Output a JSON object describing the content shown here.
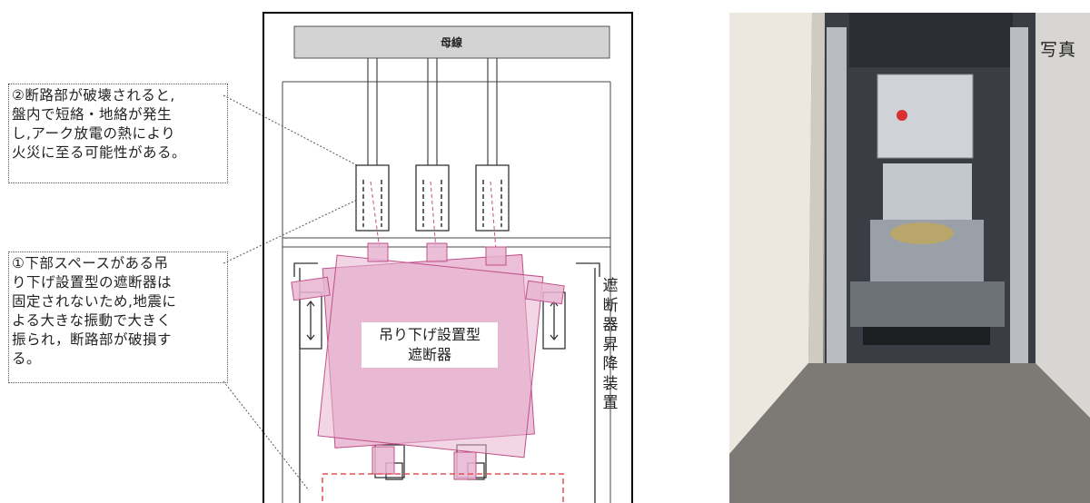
{
  "notes": {
    "note2": [
      "②断路部が破壊されると,",
      "盤内で短絡・地絡が発生",
      "し,アーク放電の熱により",
      "火災に至る可能性がある。"
    ],
    "note1": [
      "①下部スペースがある吊",
      "り下げ設置型の遮断器は",
      "固定されないため,地震に",
      "よる大きな振動で大きく",
      "振られ，断路部が破損す",
      "る。"
    ]
  },
  "diagram": {
    "busbar": "母線",
    "breaker": [
      "吊り下げ設置型",
      "遮断器"
    ],
    "lift_device": [
      "遮",
      "断",
      "器",
      "昇",
      "降",
      "装",
      "置"
    ]
  },
  "photo": {
    "caption": "写真"
  },
  "colors": {
    "breaker_fill": "#e8b4d0",
    "breaker_stroke": "#c0508a",
    "dashed_red": "#e05050",
    "busbar_fill": "#d3d3d3"
  }
}
